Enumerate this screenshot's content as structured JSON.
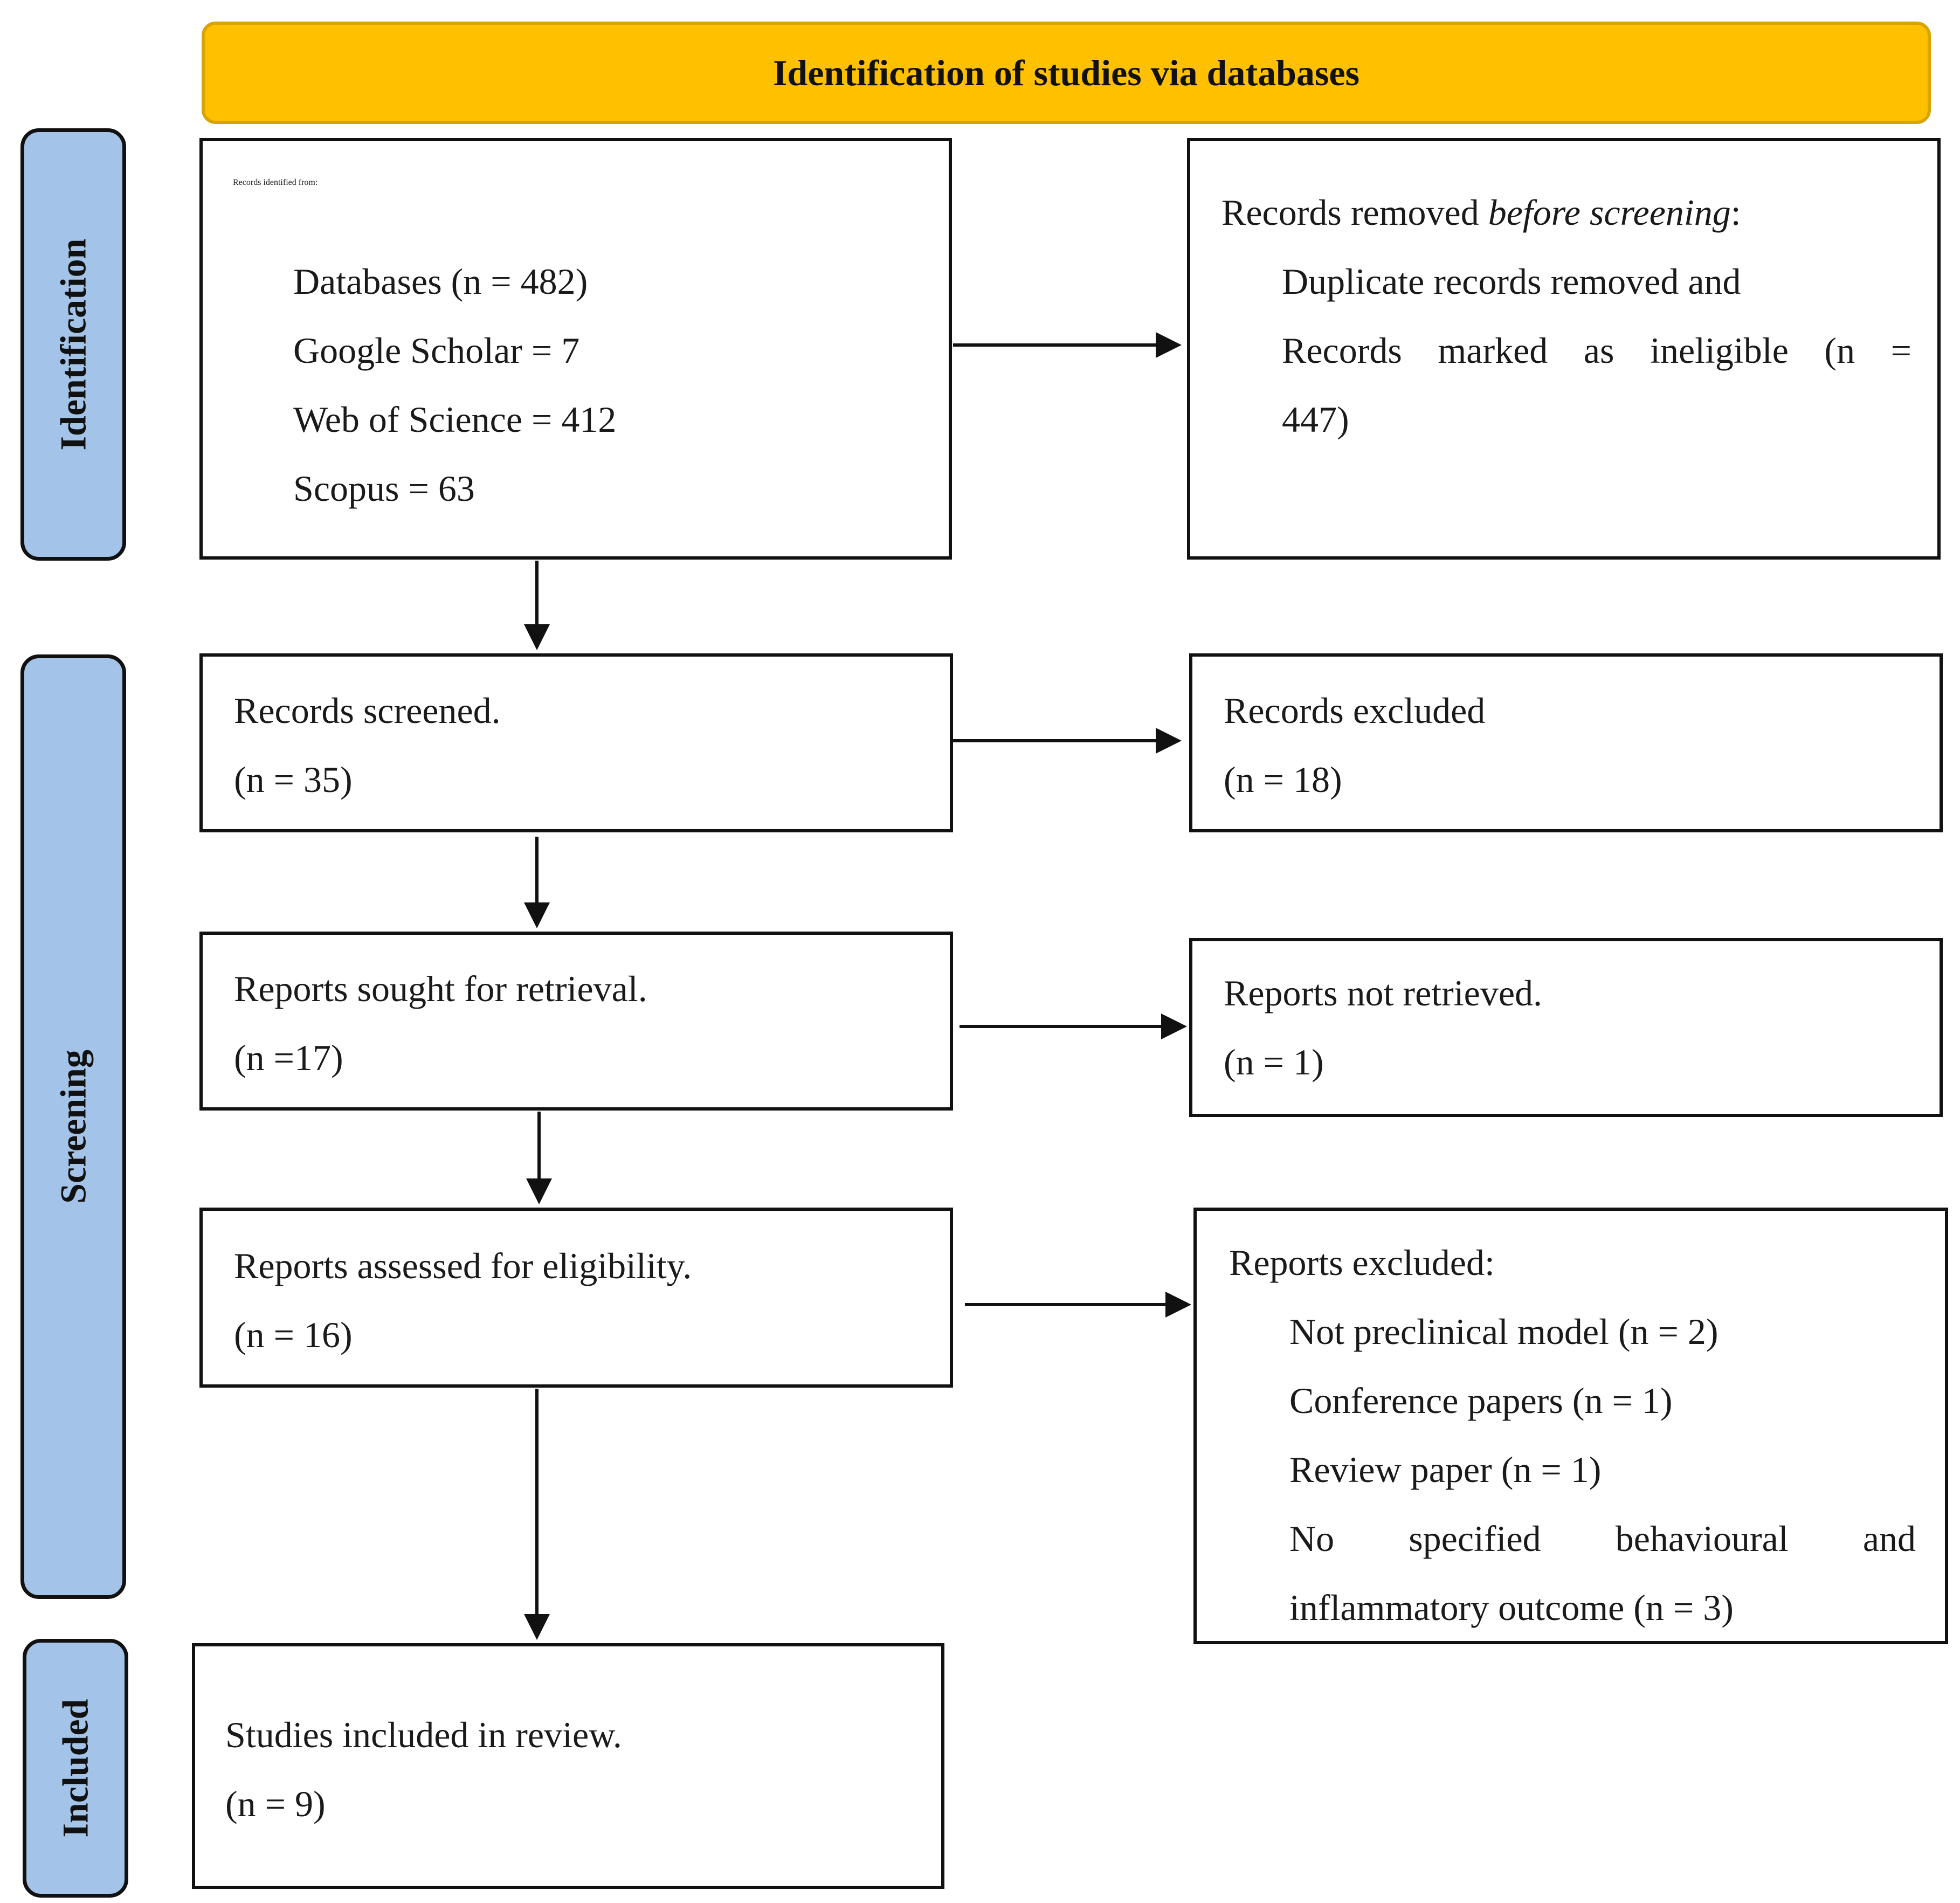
{
  "header": {
    "title": "Identification of studies via databases"
  },
  "phases": {
    "identification": "Identification",
    "screening": "Screening",
    "included": "Included"
  },
  "boxes": {
    "identified": {
      "heading": "Records identified from:",
      "items": [
        "Databases (n = 482)",
        "Google Scholar = 7",
        "Web of Science = 412",
        "Scopus = 63"
      ]
    },
    "removed": {
      "heading_pre": "Records removed ",
      "heading_em": "before screening",
      "heading_post": ":",
      "line1": "Duplicate records removed and",
      "line2": "Records marked as ineligible (n =",
      "line3": "447)"
    },
    "screened": {
      "label": "Records screened.",
      "count": "(n = 35)"
    },
    "excluded": {
      "label": "Records excluded",
      "count": "(n = 18)"
    },
    "sought": {
      "label": "Reports sought for retrieval.",
      "count": "(n =17)"
    },
    "not_retrieved": {
      "label": "Reports not retrieved.",
      "count": "(n = 1)"
    },
    "assessed": {
      "label": "Reports assessed for eligibility.",
      "count": "(n = 16)"
    },
    "reports_excluded": {
      "heading": "Reports excluded:",
      "items": [
        "Not preclinical model (n = 2)",
        "Conference papers (n = 1)",
        "Review paper (n = 1)"
      ],
      "last_line1": "No specified behavioural and",
      "last_line2": "inflammatory outcome (n = 3)"
    },
    "included": {
      "label": "Studies included in review.",
      "count": "(n = 9)"
    }
  }
}
